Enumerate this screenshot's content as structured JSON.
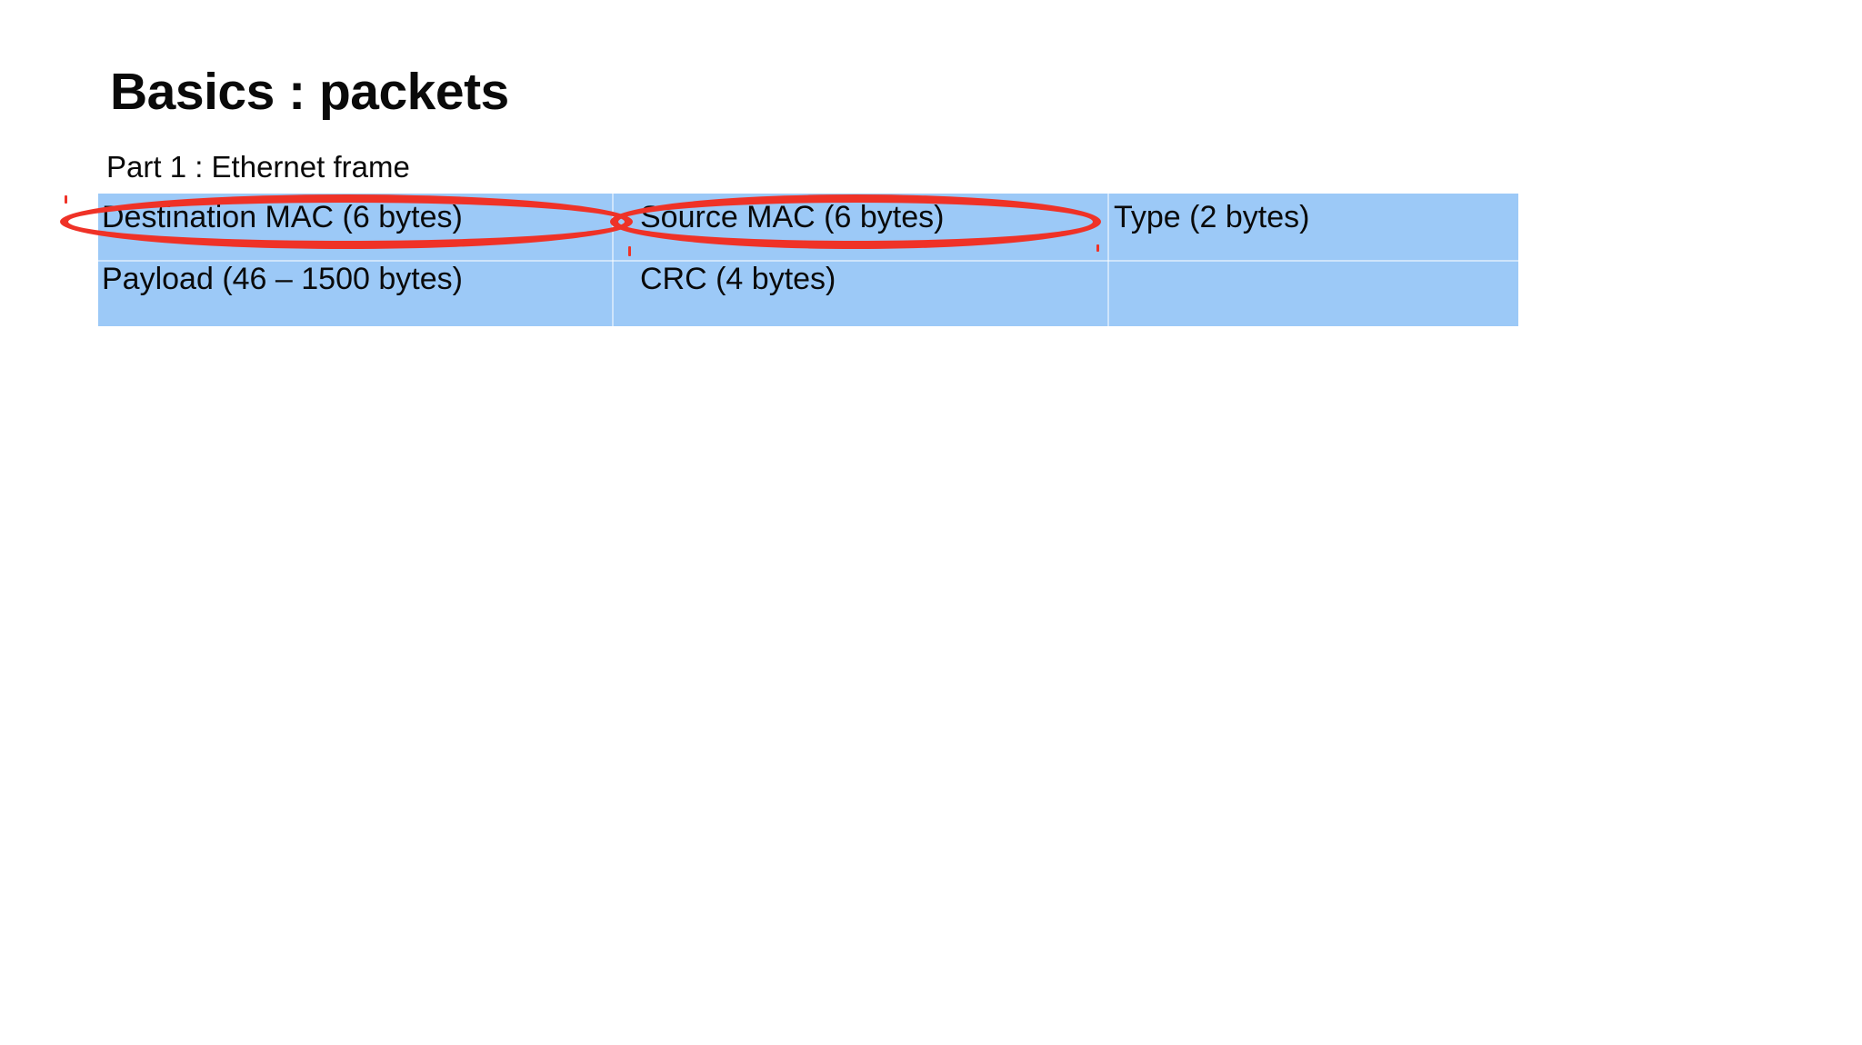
{
  "slide": {
    "title": "Basics : packets",
    "subtitle": "Part 1 : Ethernet frame"
  },
  "ethernet_frame_table": {
    "rows": [
      {
        "cells": [
          {
            "text": "Destination MAC (6 bytes)"
          },
          {
            "text": "Source MAC (6 bytes)"
          },
          {
            "text": "Type (2 bytes)"
          }
        ]
      },
      {
        "cells": [
          {
            "text": "Payload (46 – 1500 bytes)"
          },
          {
            "text": "CRC (4 bytes)"
          },
          {
            "text": ""
          }
        ]
      }
    ]
  },
  "annotations": {
    "ellipses": [
      {
        "target": "Destination MAC (6 bytes)"
      },
      {
        "target": "Source MAC (6 bytes)"
      }
    ]
  },
  "colors": {
    "background": "#ffffff",
    "table_fill": "#9cc9f7",
    "annotation_red": "#ef3227",
    "text": "#0a0a0a"
  }
}
